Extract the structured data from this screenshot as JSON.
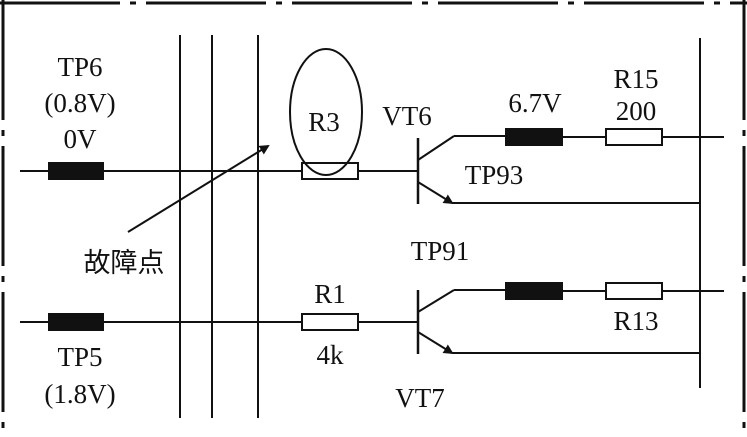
{
  "colors": {
    "ink": "#111111",
    "background": "#ffffff"
  },
  "labels": {
    "tp6": "TP6",
    "tp6_voltage_paren": "(0.8V)",
    "tp6_voltage": "0V",
    "r3": "R3",
    "vt6": "VT6",
    "v67": "6.7V",
    "r15": "R15",
    "r15_value": "200",
    "tp93": "TP93",
    "fault_point": "故障点",
    "tp91": "TP91",
    "r1": "R1",
    "r1_value": "4k",
    "r13": "R13",
    "tp5": "TP5",
    "tp5_voltage_paren": "(1.8V)",
    "vt7": "VT7"
  },
  "icons": {
    "highlight": "ellipse-highlight-icon",
    "pointer": "arrow-pointer-icon",
    "transistor": "npn-transistor-icon",
    "resistor": "resistor-icon",
    "component": "filled-component-icon"
  }
}
